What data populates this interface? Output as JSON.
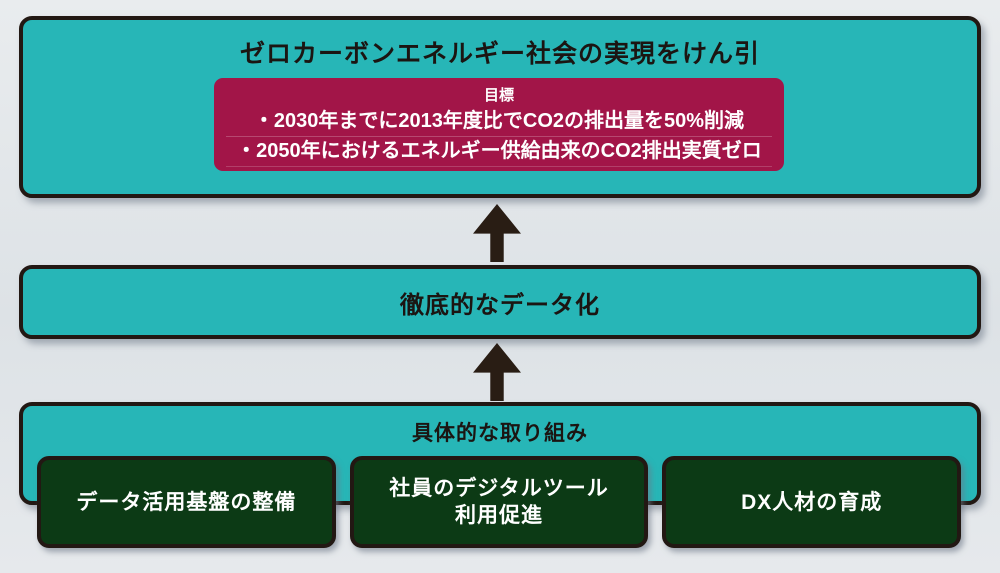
{
  "diagram": {
    "top_box": {
      "title": "ゼロカーボンエネルギー社会の実現をけん引",
      "goal_panel": {
        "heading": "目標",
        "bullets": [
          "・2030年までに2013年度比でCO2の排出量を50%削減",
          "・2050年におけるエネルギー供給由来のCO2排出実質ゼロ"
        ]
      }
    },
    "middle_box": {
      "title": "徹底的なデータ化"
    },
    "bottom_box": {
      "title": "具体的な取り組み",
      "initiatives": [
        "データ活用基盤の整備",
        "社員のデジタルツール\n利用促進",
        "DX人材の育成"
      ]
    },
    "flow": {
      "arrow_icon": "up-arrow",
      "direction": "bottom-to-top"
    },
    "colors": {
      "background": "#e3e7ea",
      "box_teal": "#27b6b7",
      "goal_crimson": "#a21548",
      "initiative_green": "#0c3a15",
      "outline_black": "#221813",
      "arrow_black": "#291d14",
      "text_dark": "#1b1512",
      "text_white": "#ffffff"
    }
  }
}
